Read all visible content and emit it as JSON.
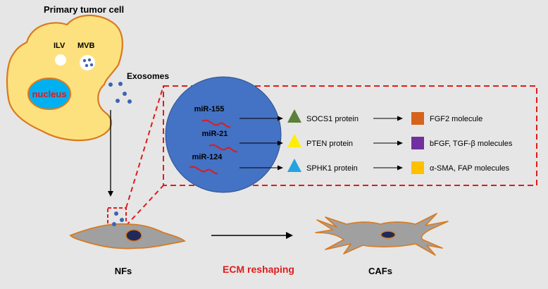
{
  "tumor": {
    "title": "Primary tumor cell",
    "ilv": "ILV",
    "mvb": "MVB",
    "nucleus": "nucleus",
    "exosomes": "Exosomes"
  },
  "pathways": [
    {
      "mirna": "miR-155",
      "protein": "SOCS1 protein",
      "molecule": "FGF2 molecule",
      "shape": "triangle-green",
      "color": "#5c7f3a",
      "box_color": "#d6631c"
    },
    {
      "mirna": "miR-21",
      "protein": "PTEN protein",
      "molecule": "bFGF, TGF-β molecules",
      "shape": "triangle-yellow",
      "color": "#ffee00",
      "box_color": "#7030a0"
    },
    {
      "mirna": "miR-124",
      "protein": "SPHK1 protein",
      "molecule": "α-SMA, FAP molecules",
      "shape": "triangle-blue",
      "color": "#24a3e0",
      "box_color": "#ffc000"
    }
  ],
  "cells": {
    "nfs": "NFs",
    "cafs": "CAFs",
    "ecm": "ECM reshaping"
  },
  "colors": {
    "background": "#e6e6e6",
    "tumor_fill": "#fde17f",
    "tumor_stroke": "#d97a1e",
    "nucleus_fill": "#00b0f0",
    "nucleus_text": "#e01b1b",
    "exosome": "#3d63b5",
    "vesicle": "#4472c4",
    "fibroblast_fill": "#a0a0a0",
    "dashed_red": "#e01b1b",
    "ecm_text": "#e01b1b"
  }
}
